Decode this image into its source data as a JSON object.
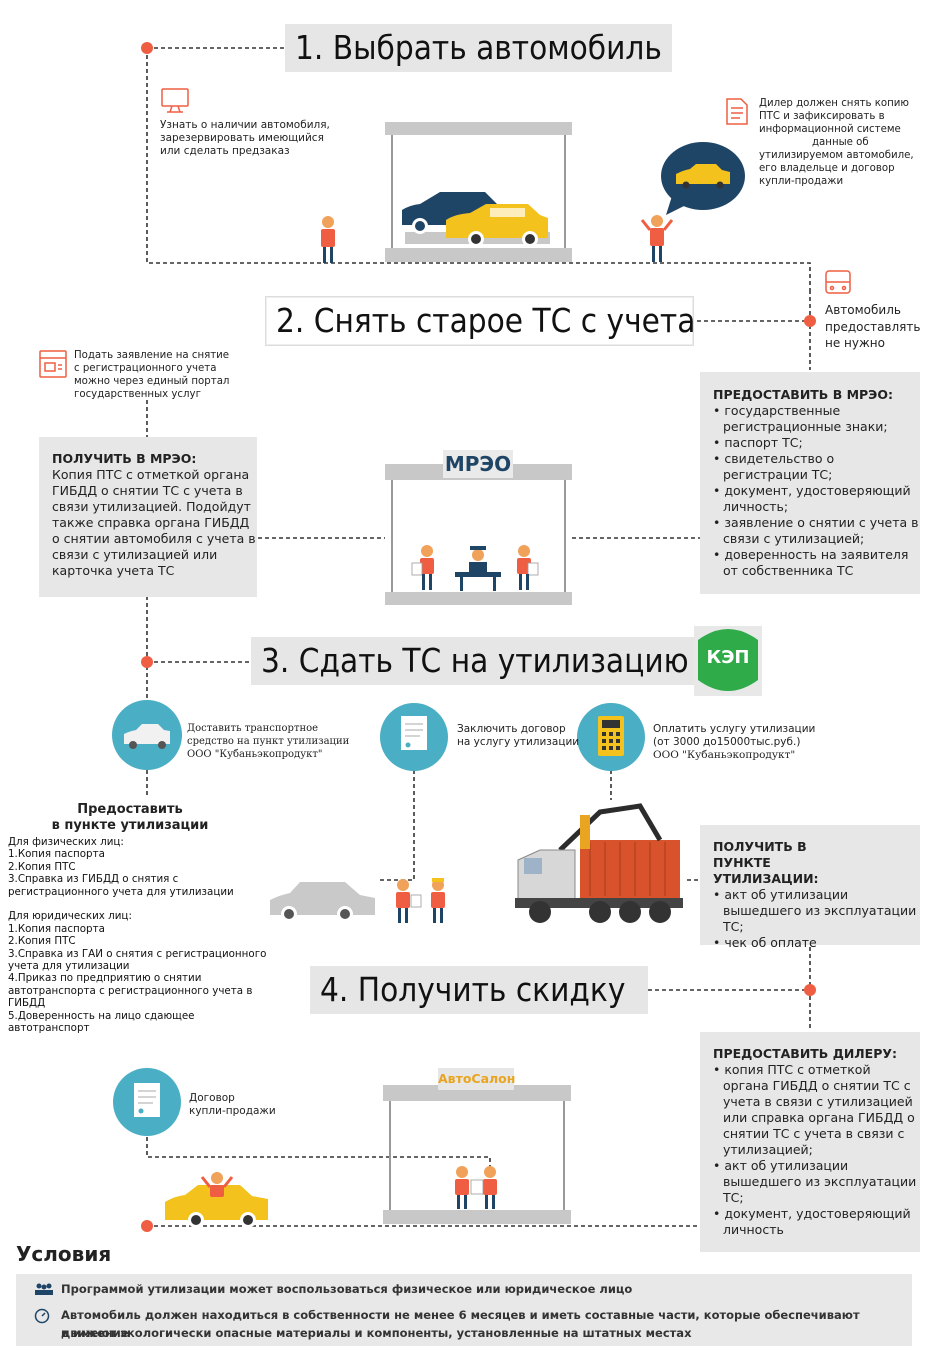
{
  "steps": {
    "s1": "1. Выбрать автомобиль",
    "s2": "2. Снять старое ТС с учета",
    "s3": "3. Сдать ТС на утилизацию",
    "s4": "4. Получить скидку"
  },
  "notes": {
    "choose_car": [
      "Узнать о наличии автомобиля,",
      "зарезервировать имеющийся",
      "или сделать предзаказ"
    ],
    "dealer": [
      "Дилер должен снять копию",
      "ПТС и зафиксировать в",
      "информационной системе",
      "данные об",
      "утилизируемом автомобиле,",
      "его владельце и договор",
      "купли-продажи"
    ],
    "no_car": [
      "Автомобиль",
      "предоставлять",
      "не нужно"
    ],
    "application": [
      "Подать заявление на снятие",
      "с регистрационного учета",
      "можно через единый портал",
      "государственных услуг"
    ],
    "deliver": [
      "Доставить транспортное",
      "средство на пункт утилизации",
      "ООО \"Кубаньэкопродукт\""
    ],
    "contract": [
      "Заключить договор",
      "на услугу утилизации"
    ],
    "pay": [
      "Оплатить услугу утилизации",
      "(от 3000 до15000тыс.руб.)",
      " ООО \"Кубаньэкопродукт\""
    ],
    "sale_contract": [
      "Договор",
      "купли-продажи"
    ]
  },
  "mreo_provide": {
    "title": "ПРЕДОСТАВИТЬ В МРЭО:",
    "items": [
      "государственные регистрационные знаки;",
      "паспорт ТС;",
      "свидетельство о регистрации ТС;",
      "документ, удостоверяющий личность;",
      "заявление о снятии с учета в связи с утилизацией;",
      "доверенность на заявителя от собственника ТС"
    ]
  },
  "mreo_receive": {
    "title": "ПОЛУЧИТЬ В МРЭО:",
    "text": "Копия ПТС с отметкой органа ГИБДД о снятии ТС с учета в связи утилизацией. Подойдут также справка органа ГИБДД о снятии автомобиля с учета в связи с утилизацией или карточка учета ТС"
  },
  "util_receive": {
    "title": "ПОЛУЧИТЬ В ПУНКТЕ УТИЛИЗАЦИИ:",
    "items": [
      "акт об утилизации вышедшего из эксплуатации ТС;",
      "чек об оплате"
    ]
  },
  "dealer_provide": {
    "title": "ПРЕДОСТАВИТЬ ДИЛЕРУ:",
    "items": [
      "копия ПТС с отметкой органа ГИБДД о снятии ТС с учета в связи с утилизацией или справка органа ГИБДД  о снятии ТС с учета в связи с утилизацией;",
      "акт об утилизации вышедшего из эксплуатации ТС;",
      "документ, удостоверяющий личность"
    ]
  },
  "util_point": {
    "title": [
      "Предоставить",
      "в пункте утилизации"
    ],
    "lines": [
      "Для физических лиц:",
      "1.Копия паспорта",
      "2.Копия ПТС",
      "3.Справка из ГИБДД о снятия с",
      "регистрационного учета для утилизации",
      "",
      "Для юридических лиц:",
      "1.Копия паспорта",
      "2.Копия ПТС",
      "3.Справка из ГАИ о снятия с регистрационного",
      "учета для утилизации",
      "4.Приказ по предприятию о снятии",
      "автотранспорта с регистрационного учета в",
      "ГИБДД",
      "5.Доверенность на лицо сдающее",
      "автотранспорт"
    ]
  },
  "signs": {
    "mreo": "МРЭО",
    "kep": "КЭП",
    "autosalon": "АвтоСалон"
  },
  "conditions": {
    "title": "Условия",
    "c1": "Программой утилизации может воспользоваться физическое или юридическое лицо",
    "c2a": "Автомобиль должен находиться в собственности не менее 6 месяцев и иметь составные части, которые обеспечивают движение",
    "c2b": "и имеют экологически опасные материалы и компоненты, установленные на штатных местах"
  },
  "colors": {
    "accent": "#ef5e42",
    "teal": "#4aaec4",
    "gray_box": "#e7e7e7",
    "yellow": "#f4c21c",
    "navy": "#1f4566"
  }
}
